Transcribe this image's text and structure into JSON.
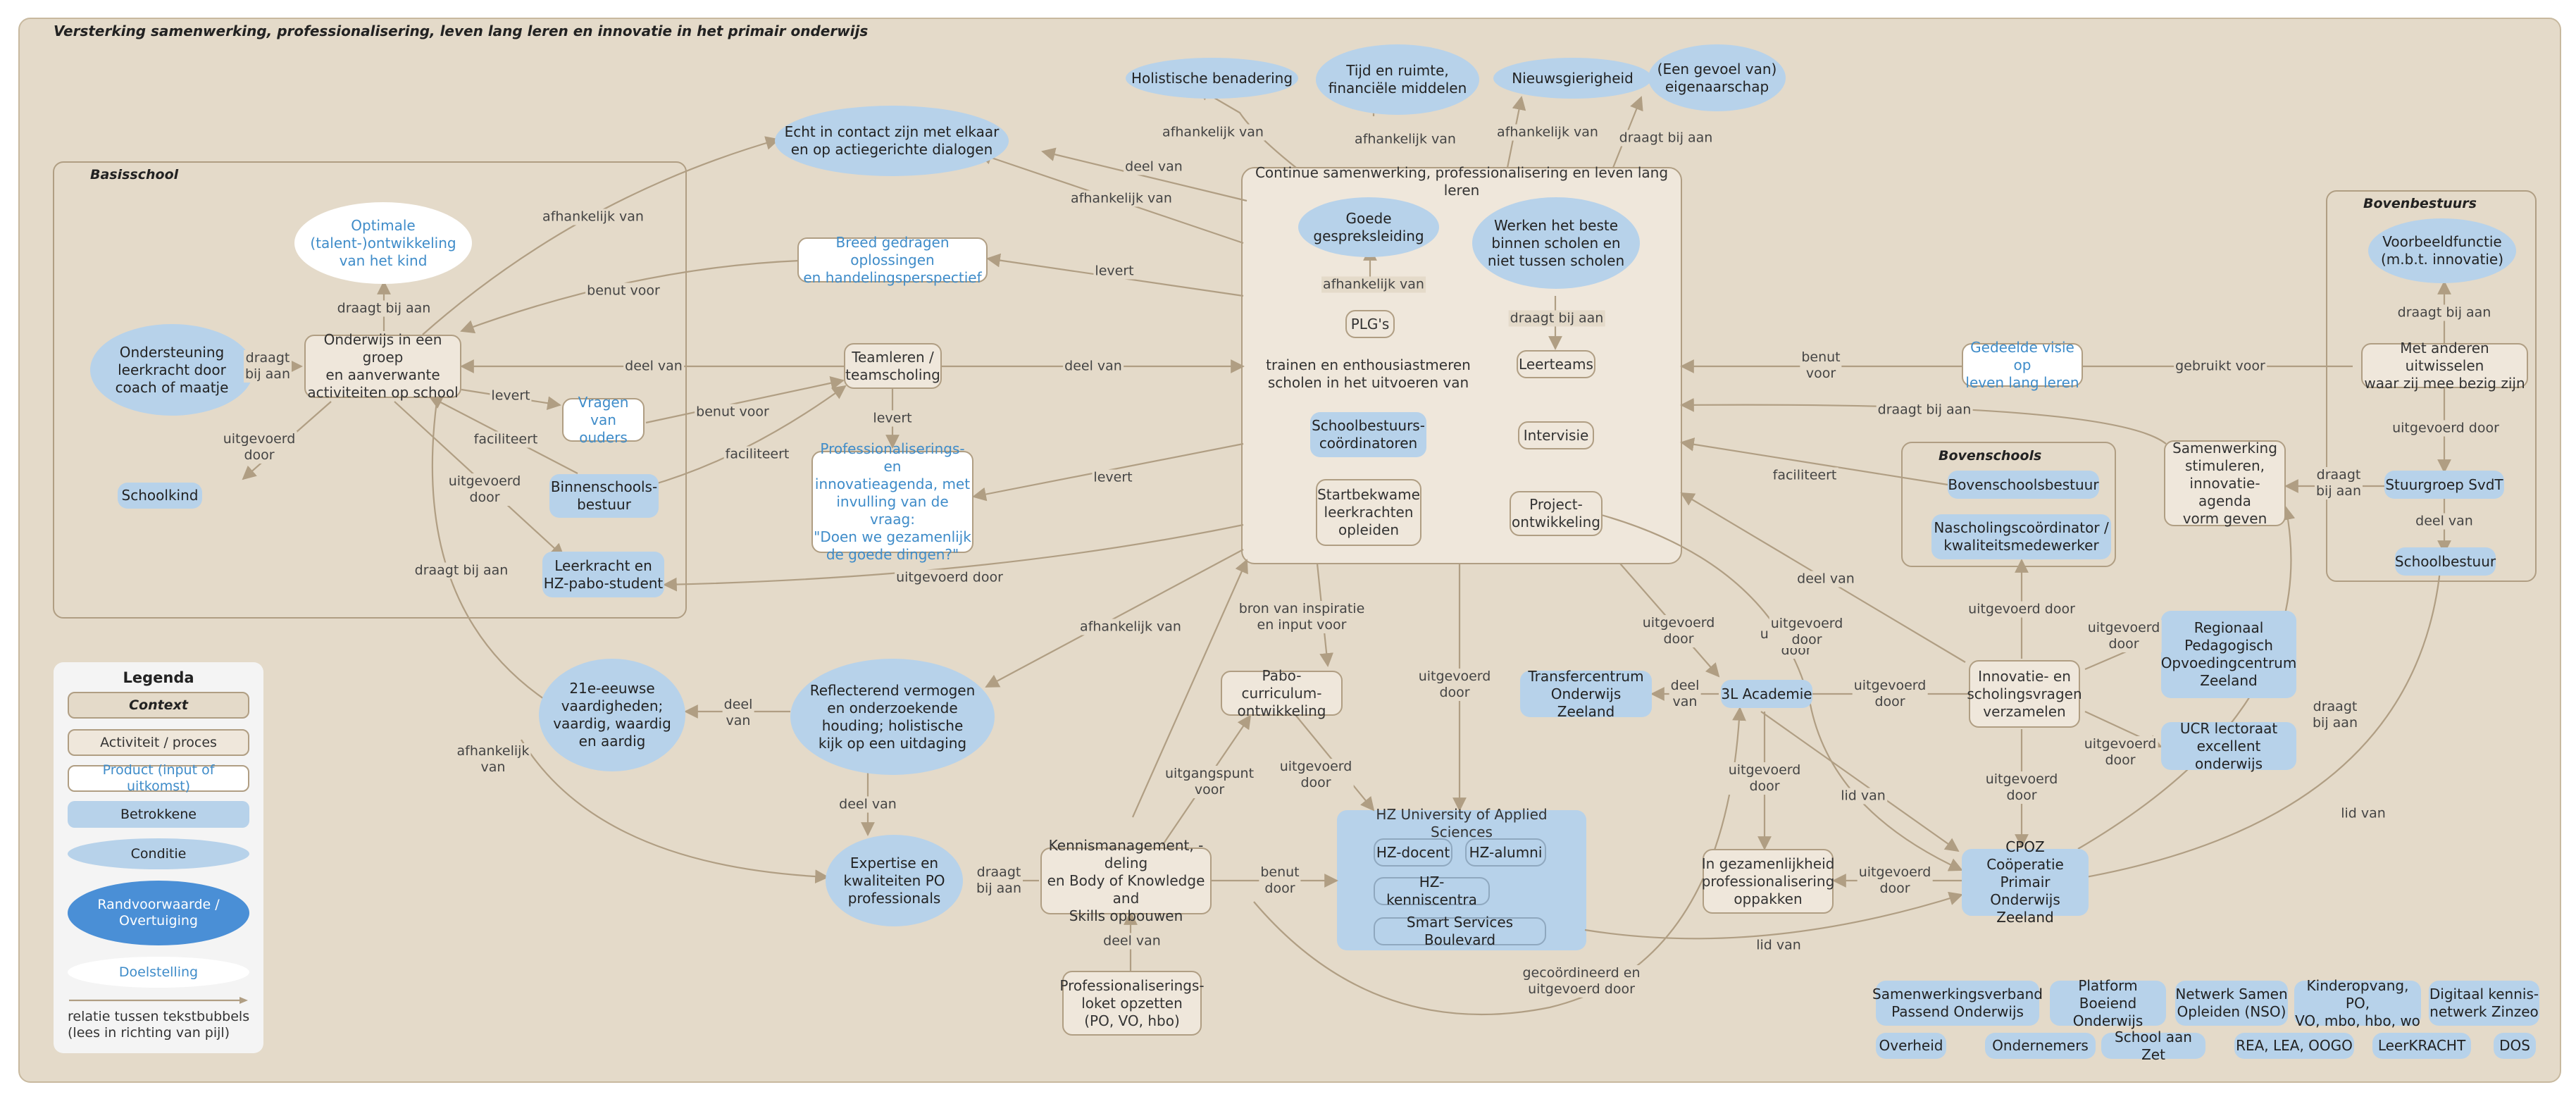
{
  "title": "Versterking samenwerking, professionalisering, leven lang leren en innovatie in het primair onderwijs",
  "containers": {
    "basisschool": "Basisschool",
    "bovenbestuurs": "Bovenbestuurs",
    "bovenschools": "Bovenschools",
    "center": "Continue samenwerking, professionalisering en leven lang leren",
    "hz": "HZ University of Applied Sciences"
  },
  "nodes": {
    "holistische": "Holistische benadering",
    "tijdruimte": "Tijd en ruimte,\nfinanciële middelen",
    "nieuwsgierigheid": "Nieuwsgierigheid",
    "eigenaarschap": "(Een gevoel van)\neigenaarschap",
    "echtcontact": "Echt in contact zijn met elkaar\nen op actiegerichte dialogen",
    "optimale": "Optimale\n(talent-)ontwikkeling\nvan het kind",
    "breed": "Breed gedragen oplossingen\nen handelingsperspectief",
    "ondersteuning": "Ondersteuning\nleerkracht door\ncoach of maatje",
    "onderwijs": "Onderwijs in een groep\nen aanverwante\nactiviteiten op school",
    "teamleren": "Teamleren /\nteamscholing",
    "vragenouders": "Vragen van\nouders",
    "profagenda": "Professionaliserings- en\ninnovatieagenda, met\ninvulling van de vraag:\n\"Doen we gezamenlijk\nde goede dingen?\"",
    "schoolkind": "Schoolkind",
    "binnenschools": "Binnenschools-\nbestuur",
    "leerkracht": "Leerkracht en\nHZ-pabo-student",
    "goede": "Goede\ngespreksleiding",
    "werken": "Werken het beste\nbinnen scholen en\nniet tussen scholen",
    "plgs": "PLG's",
    "trainen": "trainen en enthousiastmeren\nscholen in het uitvoeren van",
    "leerteams": "Leerteams",
    "schoolbestuurscoord": "Schoolbestuurs-\ncoördinatoren",
    "intervisie": "Intervisie",
    "startbekwame": "Startbekwame\nleerkrachten\nopleiden",
    "projectontw": "Project-\nontwikkeling",
    "gedeeldevisie": "Gedeelde visie op\nleven lang leren",
    "voorbeeldfunctie": "Voorbeeldfunctie\n(m.b.t. innovatie)",
    "metanderen": "Met anderen uitwisselen\nwaar zij mee bezig zijn",
    "stuurgroep": "Stuurgroep SvdT",
    "schoolbestuur": "Schoolbestuur",
    "samenwerkingstim": "Samenwerking\nstimuleren,\ninnovatie-agenda\nvorm geven",
    "bovenschoolsbestuur": "Bovenschoolsbestuur",
    "nascholing": "Nascholingscoördinator /\nkwaliteitsmedewerker",
    "vaardigheden": "21e-eeuwse\nvaardigheden;\nvaardig, waardig\nen aardig",
    "reflecterend": "Reflecterend vermogen\nen onderzoekende\nhouding; holistische\nkijk op een uitdaging",
    "pabo": "Pabo-curriculum-\nontwikkeling",
    "transfercentrum": "Transfercentrum\nOnderwijs Zeeland",
    "academie3l": "3L Academie",
    "innovatievragen": "Innovatie- en\nscholingsvragen\nverzamelen",
    "rpcz": "Regionaal\nPedagogisch\nOpvoedingcentrum\nZeeland",
    "ucr": "UCR lectoraat\nexcellent onderwijs",
    "expertise": "Expertise en\nkwaliteiten PO\nprofessionals",
    "kennismanagement": "Kennismanagement, -deling\nen Body of Knowledge and\nSkills opbouwen",
    "hzdocent": "HZ-docent",
    "hzalumni": "HZ-alumni",
    "hzkenniscentra": "HZ-kenniscentra",
    "smartservices": "Smart Services Boulevard",
    "gezamenlijkheid": "In gezamenlijkheid\nprofessionalisering\noppakken",
    "cpoz": "CPOZ\nCoöperatie Primair\nOnderwijs Zeeland",
    "loket": "Professionaliserings-\nloket opzetten\n(PO, VO, hbo)",
    "swv": "Samenwerkingsverband\nPassend Onderwijs",
    "platform": "Platform Boeiend\nOnderwijs",
    "nso": "Netwerk Samen\nOpleiden (NSO)",
    "kinderopvang": "Kinderopvang, PO,\nVO, mbo, hbo, wo",
    "zinzeo": "Digitaal kennis-\nnetwerk Zinzeo",
    "overheid": "Overheid",
    "ondernemers": "Ondernemers",
    "schoolaanzet": "School aan Zet",
    "rea": "REA, LEA, OOGO",
    "leerkracht2": "LeerKRACHT",
    "dos": "DOS"
  },
  "edge_labels": {
    "e_afh1": "afhankelijk van",
    "e_afh2": "afhankelijk van",
    "e_afh3": "afhankelijk van",
    "e_draagtbijaan1": "draagt bij aan",
    "e_deelvan1": "deel van",
    "e_afh4": "afhankelijk van",
    "e_afh5": "afhankelijk van",
    "e_benutvoor1": "benut voor",
    "e_levert1": "levert",
    "e_draagtbijaan2": "draagt bij aan",
    "e_draagtbijaan3": "draagt\nbij aan",
    "e_afh6": "afhankelijk van",
    "e_draagtbijaan4": "draagt bij aan",
    "e_deelvan2": "deel van",
    "e_deelvan3": "deel van",
    "e_levert2": "levert",
    "e_benutvoor2": "benut voor",
    "e_levert3": "levert",
    "e_uitgevoerd1": "uitgevoerd\ndoor",
    "e_faciliteert1": "faciliteert",
    "e_faciliteert2": "faciliteert",
    "e_levert4": "levert",
    "e_uitgevoerd2": "uitgevoerd\ndoor",
    "e_benutvoor3": "benut\nvoor",
    "e_gebruiktvoor": "gebruikt voor",
    "e_draagtbijaan5": "draagt bij aan",
    "e_draagtbijaan6": "draagt bij aan",
    "e_uitgevoerd3": "uitgevoerd door",
    "e_draagtbijaan7": "draagt\nbij aan",
    "e_deelvan4": "deel van",
    "e_faciliteert3": "faciliteert",
    "e_uitgevoerddoor4": "uitgevoerd door",
    "e_draagtbijaan8": "draagt bij aan",
    "e_afh7": "afhankelijk van",
    "e_bron": "bron van inspiratie\nen input voor",
    "e_deelvan5": "deel van",
    "e_deelvan6": "deel\nvan",
    "e_afh8": "afhankelijk\nvan",
    "e_uitgevoerd5": "uitgevoerd\ndoor",
    "e_uitgevoerd6": "uitgevoerd\ndoor",
    "e_uitgevoerd7": "uitgevoerd\ndoor",
    "e_deelvan7": "deel\nvan",
    "e_uitgevoerd8": "uitgevoerd\ndoor",
    "e_uitgevoerd9": "uitgevoerd door",
    "e_uitgevoerd10": "uitgevoerd\ndoor",
    "e_uitgevoerd11": "uitgevoerd\ndoor",
    "e_uitgevoerd12": "uitgevoerd\ndoor",
    "e_draagtbijaan9": "draagt\nbij aan",
    "e_deelvan8": "deel van",
    "e_uitgangspunt": "uitgangspunt\nvoor",
    "e_uitgevoerd13": "uitgevoerd\ndoor",
    "e_draagtbijaan10": "draagt\nbij aan",
    "e_benutdoor": "benut\ndoor",
    "e_deelvan9": "deel van",
    "e_uitgevoerd14": "uitgevoerd\ndoor",
    "e_lidvan1": "lid van",
    "e_lidvan2": "lid van",
    "e_lidvan3": "lid van",
    "e_gecoordineerd": "gecoördineerd en\nuitgevoerd door",
    "e_uitgevoerd15": "uitgevoerd\ndoor",
    "e_uitgevoerd16": "uitgevoerd\ndoor"
  },
  "legend": {
    "title": "Legenda",
    "context": "Context",
    "activiteit": "Activiteit / proces",
    "product": "Product (input of uitkomst)",
    "betrokkene": "Betrokkene",
    "conditie": "Conditie",
    "randvoorwaarde": "Randvoorwaarde /\nOvertuiging",
    "doelstelling": "Doelstelling",
    "relatie": "relatie tussen tekstbubbels\n(lees in richting van pijl)"
  },
  "colors": {
    "background": "#e4dac9",
    "activity": "#efe7db",
    "border": "#b09e83",
    "stakeholder": "#b7d2ea",
    "assumption": "#4a8fd6",
    "product_text": "#3f8cc9",
    "edge": "#b09e83"
  }
}
